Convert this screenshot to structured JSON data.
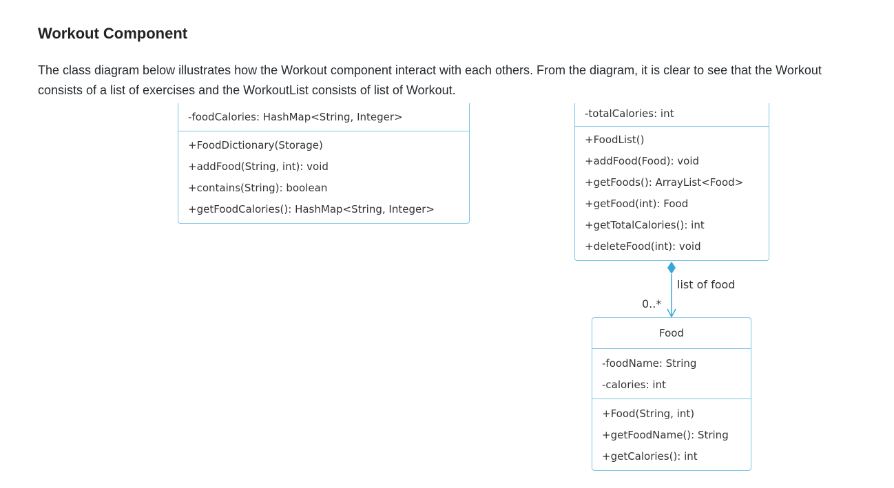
{
  "heading": "Workout Component",
  "paragraph": "The class diagram below illustrates how the Workout component interact with each others. From the diagram, it is clear to see that the Workout consists of a list of exercises and the WorkoutList consists of list of Workout.",
  "food_dictionary": {
    "attributes": [
      "-foodCalories: HashMap<String, Integer>"
    ],
    "methods": [
      "+FoodDictionary(Storage)",
      "+addFood(String, int): void",
      "+contains(String): boolean",
      "+getFoodCalories(): HashMap<String, Integer>"
    ]
  },
  "food_list": {
    "attributes": [
      "-totalCalories: int"
    ],
    "methods": [
      "+FoodList()",
      "+addFood(Food): void",
      "+getFoods(): ArrayList<Food>",
      "+getFood(int): Food",
      "+getTotalCalories(): int",
      "+deleteFood(int): void"
    ]
  },
  "association": {
    "label": "list of food",
    "multiplicity": "0..*"
  },
  "food": {
    "name": "Food",
    "attributes": [
      "-foodName: String",
      "-calories: int"
    ],
    "methods": [
      "+Food(String, int)",
      "+getFoodName(): String",
      "+getCalories(): int"
    ]
  },
  "colors": {
    "border": "#7cc4e6",
    "arrow": "#3aa6d8"
  }
}
